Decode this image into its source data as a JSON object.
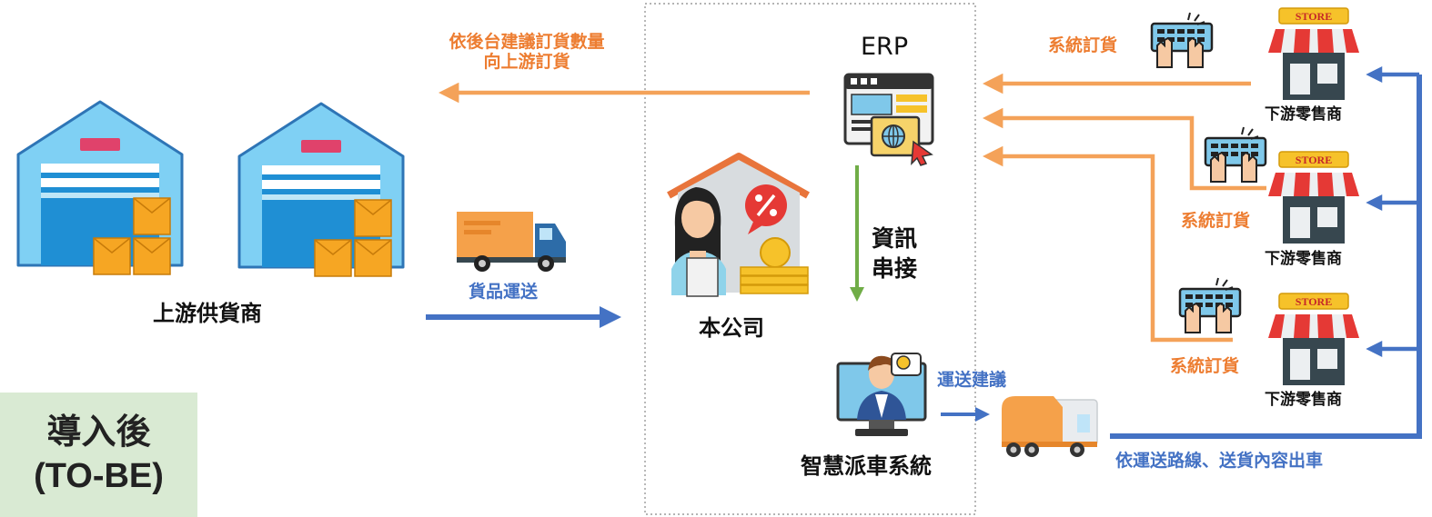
{
  "labels": {
    "upstream_order_line1": "依後台建議訂貨數量",
    "upstream_order_line2": "向上游訂貨",
    "erp": "ERP",
    "system_order": "系統訂貨",
    "retailer": "下游零售商",
    "store_sign": "STORE",
    "supplier": "上游供貨商",
    "goods_delivery": "貨品運送",
    "company": "本公司",
    "info_link_line1": "資訊",
    "info_link_line2": "串接",
    "dispatch_system": "智慧派車系統",
    "delivery_suggestion": "運送建議",
    "route_dispatch": "依運送路線、送貨內容出車",
    "tobe_line1": "導入後",
    "tobe_line2": "(TO-BE)"
  },
  "colors": {
    "orange_arrow": "#F4A259",
    "blue_arrow": "#4472C4",
    "green_arrow": "#70AD47",
    "tobe_bg": "#D9EAD3"
  }
}
